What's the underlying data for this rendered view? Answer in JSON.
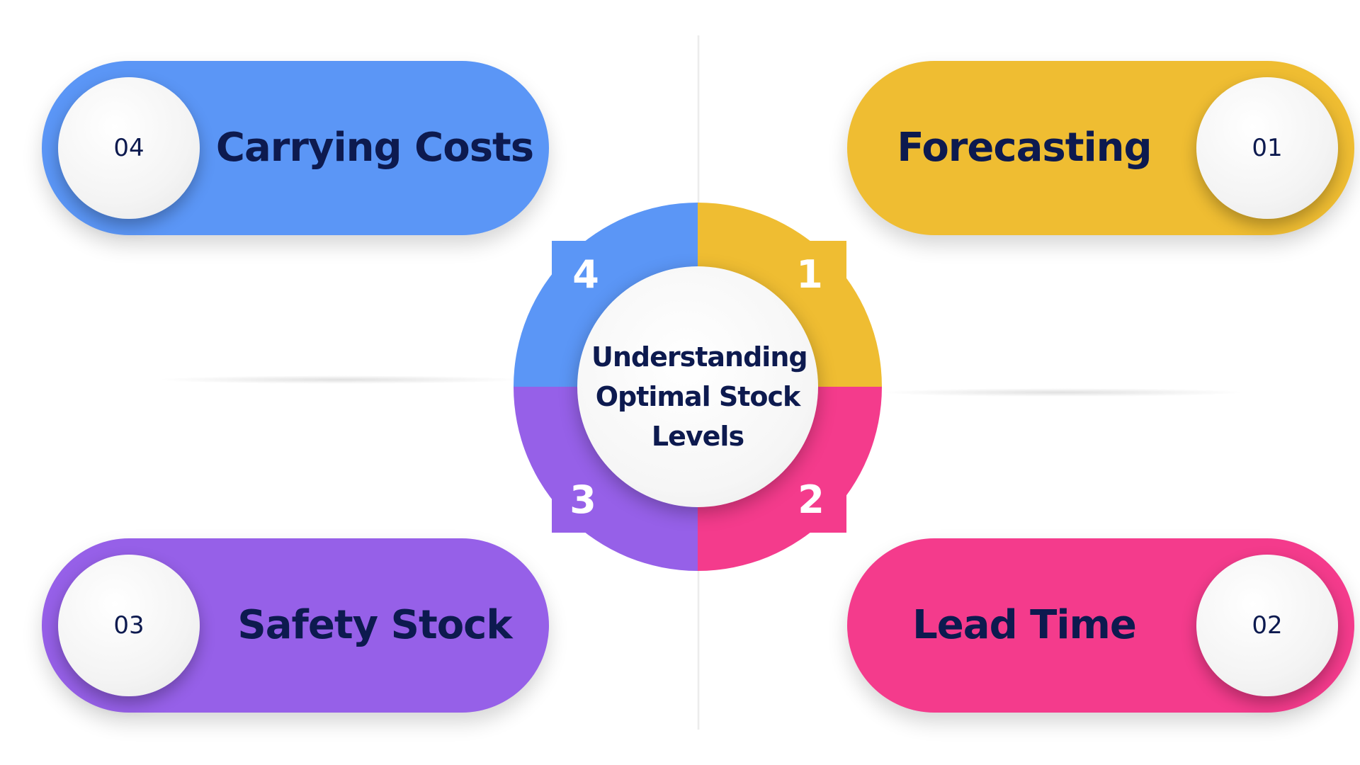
{
  "center": {
    "title_lines": [
      "Understanding",
      "Optimal Stock",
      "Levels"
    ]
  },
  "segments": [
    {
      "number": "1",
      "color": "#efbd32"
    },
    {
      "number": "2",
      "color": "#f43b8c"
    },
    {
      "number": "3",
      "color": "#9660e8"
    },
    {
      "number": "4",
      "color": "#5b96f6"
    }
  ],
  "cards": {
    "forecasting": {
      "label": "Forecasting",
      "number": "01",
      "color": "#efbd32"
    },
    "lead_time": {
      "label": "Lead Time",
      "number": "02",
      "color": "#f43b8c"
    },
    "safety_stock": {
      "label": "Safety Stock",
      "number": "03",
      "color": "#9660e8"
    },
    "carrying_costs": {
      "label": "Carrying Costs",
      "number": "04",
      "color": "#5b96f6"
    }
  },
  "text_color": "#0d1a4f"
}
